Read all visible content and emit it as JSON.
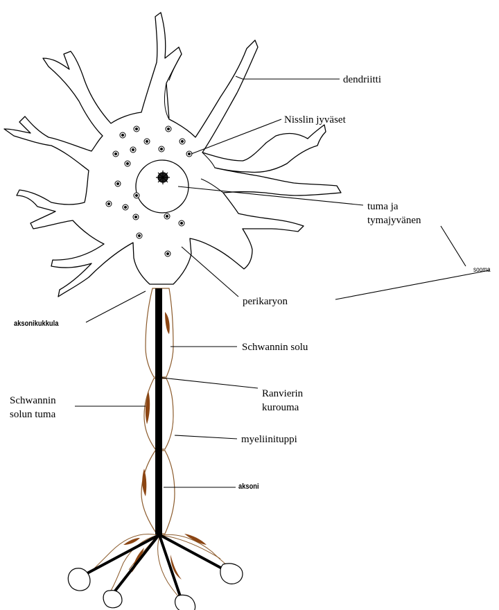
{
  "labels": {
    "dendrite": "dendriitti",
    "nissl": "Nisslin jyväset",
    "nucleus_line1": "tuma ja",
    "nucleus_line2": "tymajyvänen",
    "soma": "sooma",
    "perikaryon": "perikaryon",
    "axon_hillock": "aksonikukkula",
    "schwann_cell": "Schwannin solu",
    "schwann_nucleus_line1": "Schwannin",
    "schwann_nucleus_line2": "solun tuma",
    "ranvier_line1": "Ranvierin",
    "ranvier_line2": "kurouma",
    "myelin": "myeliinituppi",
    "axon": "aksoni"
  },
  "colors": {
    "outline": "#000000",
    "myelin_outline": "#8b5a2b",
    "schwann_nucleus_fill": "#8b4513",
    "axon": "#000000",
    "background": "#ffffff"
  }
}
